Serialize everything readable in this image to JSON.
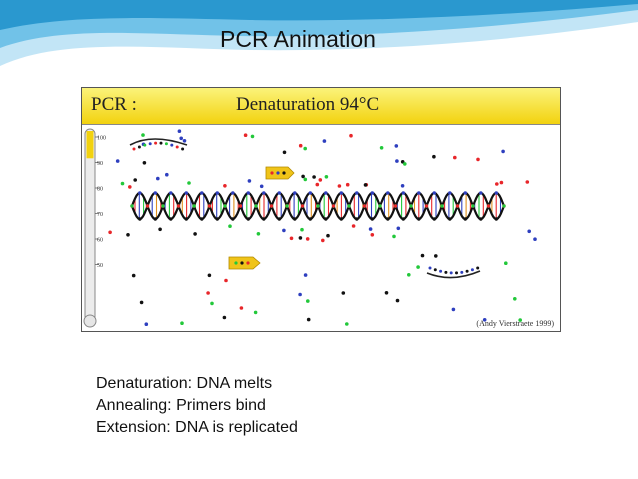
{
  "slide": {
    "title": "PCR Animation",
    "accent_color": "#3aa7d9"
  },
  "animation": {
    "pcr_label": "PCR :",
    "step_label": "Denaturation 94°C",
    "credit": "(Andy Vierstraete 1999)",
    "thermometer_ticks": [
      "100",
      "90",
      "80",
      "70",
      "60",
      "50"
    ],
    "thermometer_level_celsius": 94,
    "nucleotide_colors": [
      "#e8262a",
      "#2e3fbf",
      "#22c83a",
      "#111111"
    ],
    "primer_color": "#f0c419"
  },
  "steps": [
    "Denaturation: DNA melts",
    "Annealing: Primers bind",
    "Extension: DNA is replicated"
  ]
}
